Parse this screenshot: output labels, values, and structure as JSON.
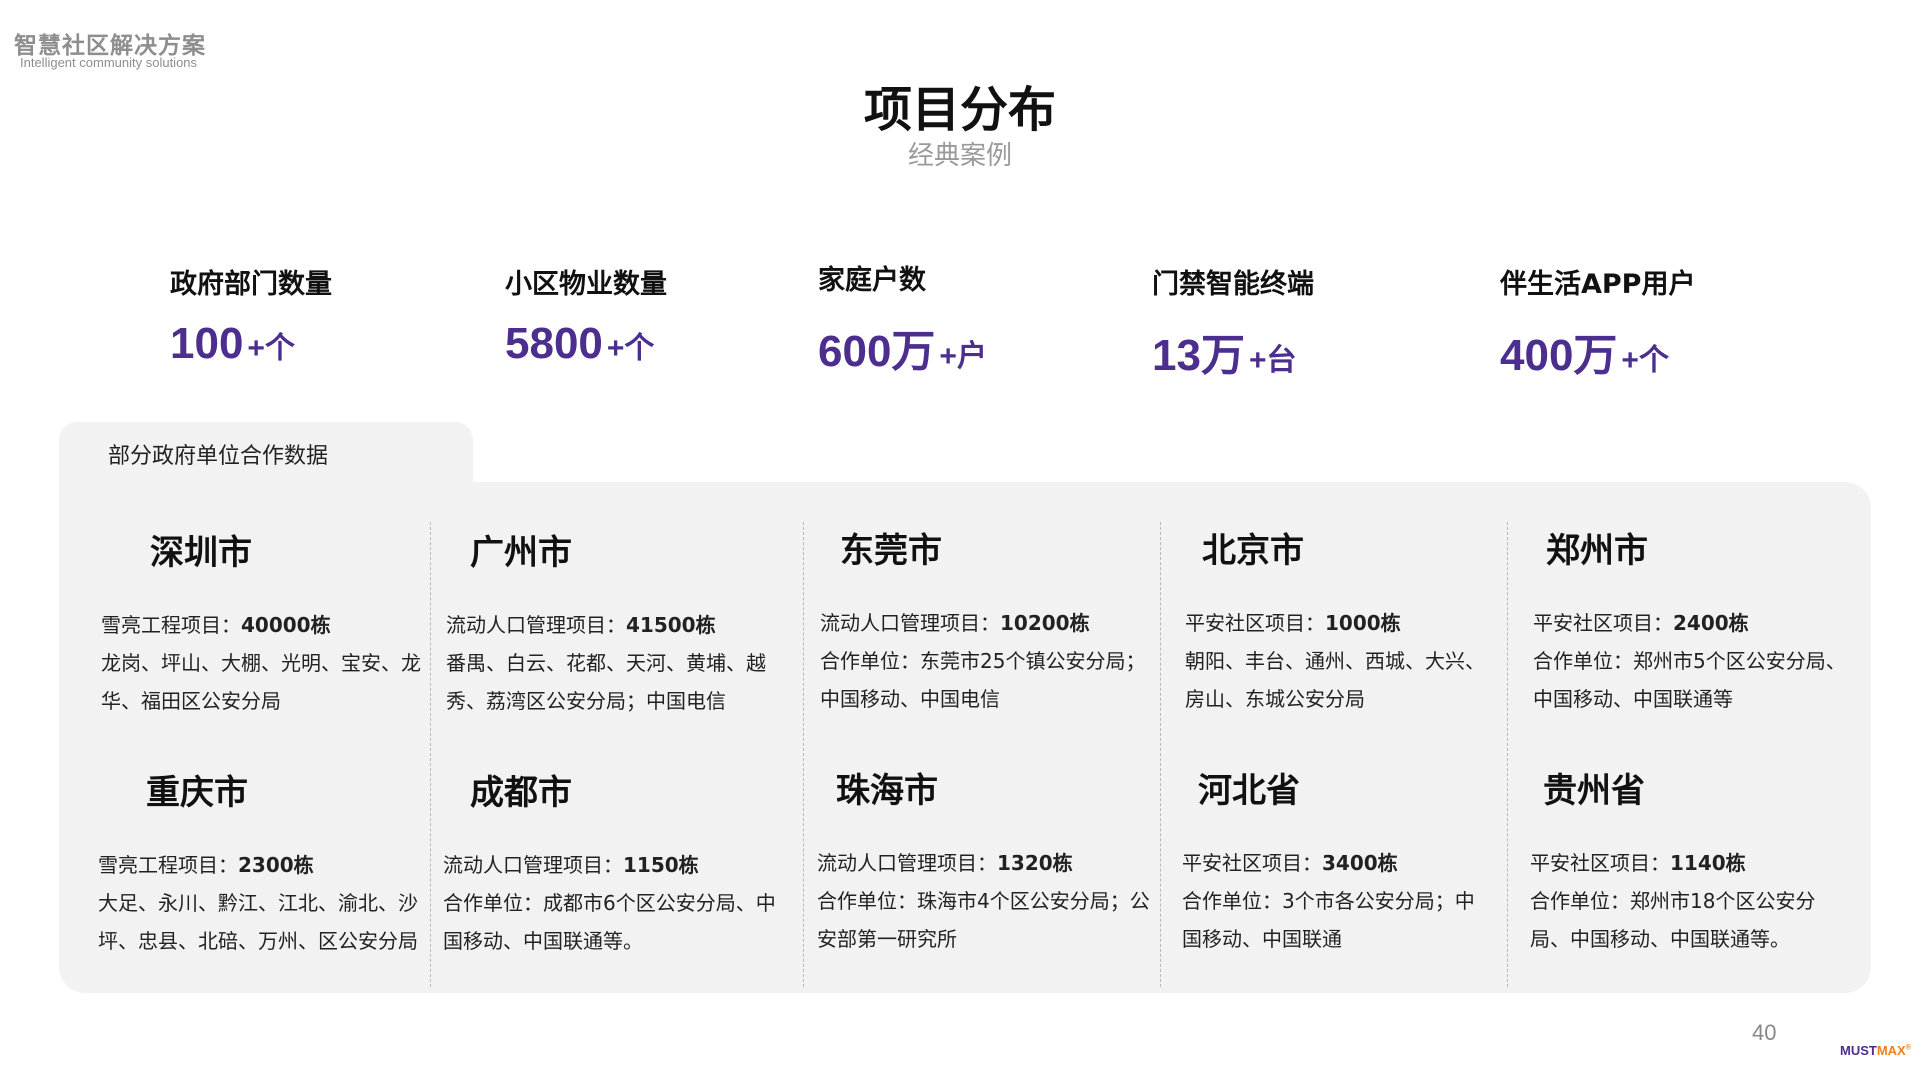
{
  "header": {
    "logo_cn": "智慧社区解决方案",
    "logo_en": "Intelligent community solutions",
    "title": "项目分布",
    "subtitle": "经典案例"
  },
  "stats": [
    {
      "label": "政府部门数量",
      "value": "100",
      "unit": "+个"
    },
    {
      "label": "小区物业数量",
      "value": "5800",
      "unit": "+个"
    },
    {
      "label": "家庭户数",
      "value": "600万",
      "unit": "+户"
    },
    {
      "label": "门禁智能终端",
      "value": "13万",
      "unit": "+台"
    },
    {
      "label": "伴生活APP用户",
      "value": "400万",
      "unit": "+个"
    }
  ],
  "panel": {
    "tab_label": "部分政府单位合作数据"
  },
  "cities": [
    {
      "name": "深圳市",
      "project": "雪亮工程项目：",
      "count": "40000栋",
      "desc": "龙岗、坪山、大棚、光明、宝安、龙华、福田区公安分局"
    },
    {
      "name": "重庆市",
      "project": "雪亮工程项目：",
      "count": "2300栋",
      "desc": "大足、永川、黔江、江北、渝北、沙坪、忠县、北碚、万州、区公安分局"
    },
    {
      "name": "广州市",
      "project": "流动人口管理项目：",
      "count": "41500栋",
      "desc": "番禺、白云、花都、天河、黄埔、越秀、荔湾区公安分局；中国电信"
    },
    {
      "name": "成都市",
      "project": "流动人口管理项目：",
      "count": "1150栋",
      "desc": "合作单位：成都市6个区公安分局、中国移动、中国联通等。"
    },
    {
      "name": "东莞市",
      "project": "流动人口管理项目：",
      "count": "10200栋",
      "desc": "合作单位：东莞市25个镇公安分局；中国移动、中国电信"
    },
    {
      "name": "珠海市",
      "project": "流动人口管理项目：",
      "count": "1320栋",
      "desc": "合作单位：珠海市4个区公安分局；公安部第一研究所"
    },
    {
      "name": "北京市",
      "project": "平安社区项目：",
      "count": "1000栋",
      "desc": "朝阳、丰台、通州、西城、大兴、房山、东城公安分局"
    },
    {
      "name": "河北省",
      "project": "平安社区项目：",
      "count": "3400栋",
      "desc": "合作单位：3个市各公安分局；中国移动、中国联通"
    },
    {
      "name": "郑州市",
      "project": "平安社区项目：",
      "count": "2400栋",
      "desc": "合作单位：郑州市5个区公安分局、中国移动、中国联通等"
    },
    {
      "name": "贵州省",
      "project": "平安社区项目：",
      "count": "1140栋",
      "desc": "合作单位：郑州市18个区公安分局、中国移动、中国联通等。"
    }
  ],
  "footer": {
    "page_number": "40",
    "brand_a": "MUST",
    "brand_b": "MAX",
    "brand_mark": "®"
  }
}
